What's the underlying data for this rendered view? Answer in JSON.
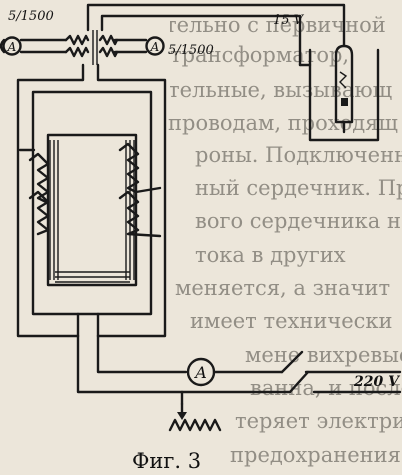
{
  "background_text": [
    "тельно с первичной",
    "трансформатор,",
    "тельные, вызывающ",
    "проводам, проходящ",
    "роны. Подключенн",
    "ный сердечник. При",
    "вого сердечника на",
    "тока в других",
    "меняется, а значит",
    "имеет технически",
    "мене вихревые отм",
    "ванна, и после сварки",
    "теряет электрический",
    "предохранения от"
  ],
  "labels": {
    "ratio_left": "5/1500",
    "ratio_right": "5/1500",
    "ammeter_symbol": "A",
    "lamp_voltage": "15 V",
    "supply_voltage": "220 V",
    "caption": "Фиг. 3"
  },
  "colors": {
    "paper": "#ece6da",
    "ink": "#1a1a1a"
  }
}
